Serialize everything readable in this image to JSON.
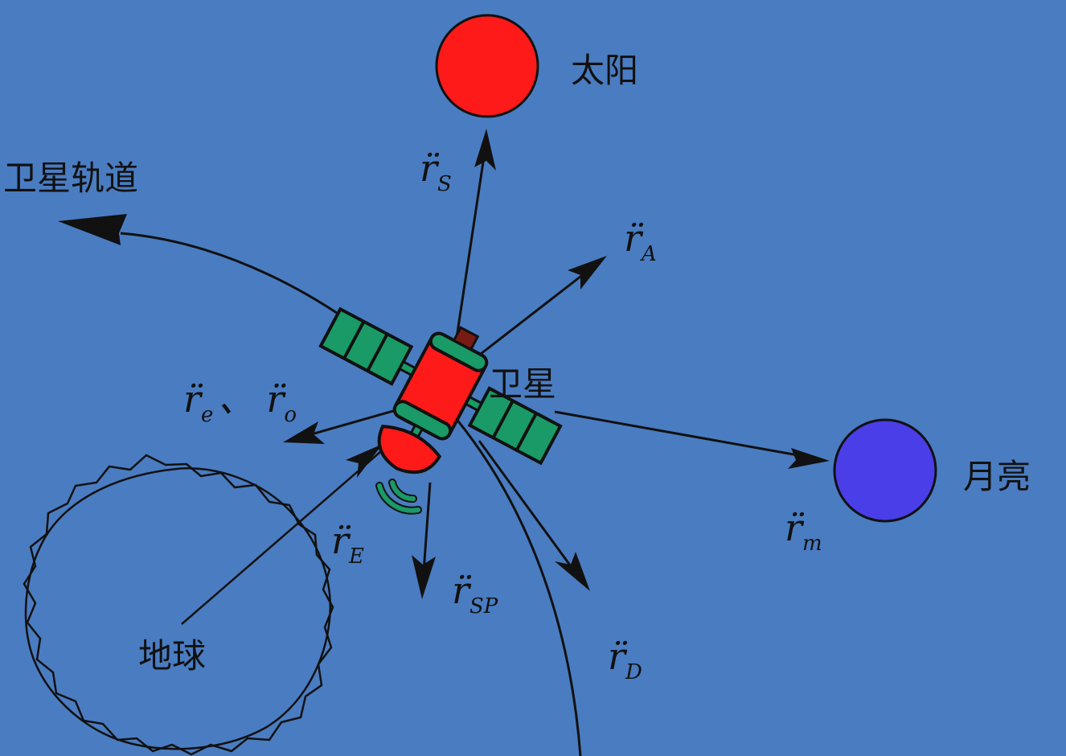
{
  "labels": {
    "sun": "太阳",
    "orbit": "卫星轨道",
    "satellite": "卫星",
    "moon": "月亮",
    "earth": "地球"
  },
  "vectors": {
    "sun": {
      "base": "r̈",
      "sub": "S"
    },
    "air": {
      "base": "r̈",
      "sub": "A"
    },
    "eo": {
      "base": "r̈",
      "sub": "e",
      "sep": "、",
      "base2": "r̈",
      "sub2": "o"
    },
    "earth": {
      "base": "r̈",
      "sub": "E"
    },
    "sp": {
      "base": "r̈",
      "sub": "SP"
    },
    "moon": {
      "base": "r̈",
      "sub": "m"
    },
    "drag": {
      "base": "r̈",
      "sub": "D"
    }
  },
  "colors": {
    "background": "#4a7cc1",
    "sun": "#ff1a1a",
    "moon": "#4a3ee8",
    "satellite_body": "#ff1a1a",
    "solar_panel": "#1a9a66",
    "ink": "#111111"
  }
}
